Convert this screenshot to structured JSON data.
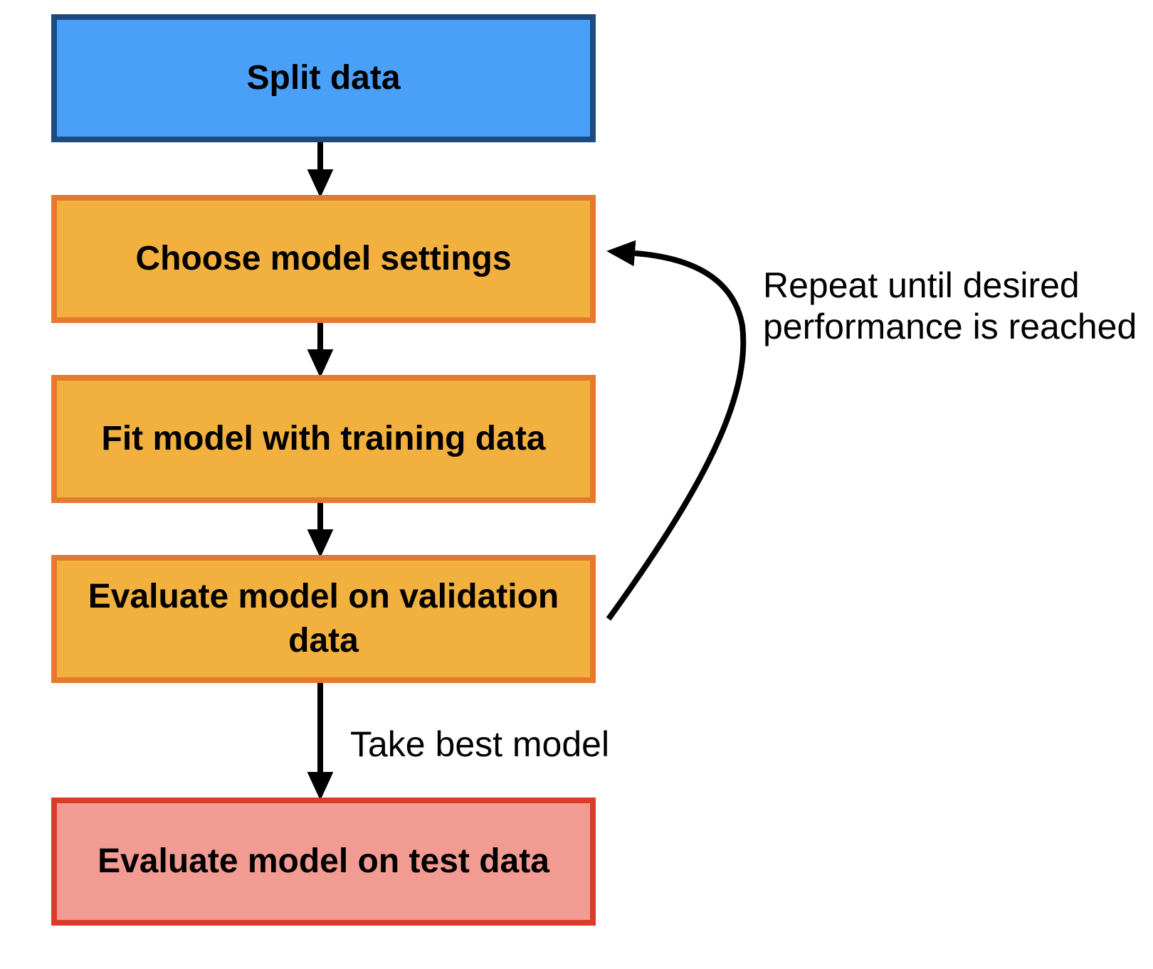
{
  "nodes": {
    "split": "Split data",
    "settings": "Choose model settings",
    "fit": "Fit model with training data",
    "eval_val": "Evaluate model on validation data",
    "eval_test": "Evaluate model on test data"
  },
  "annotations": {
    "loop": "Repeat until desired performance is reached",
    "best": "Take best model"
  },
  "colors": {
    "split_fill": "#4aa0f8",
    "split_border": "#1d4a80",
    "process_fill": "#f2b13e",
    "process_border": "#e57a2e",
    "test_fill": "#f29b92",
    "test_border": "#dd3b2a",
    "arrow": "#000000"
  }
}
